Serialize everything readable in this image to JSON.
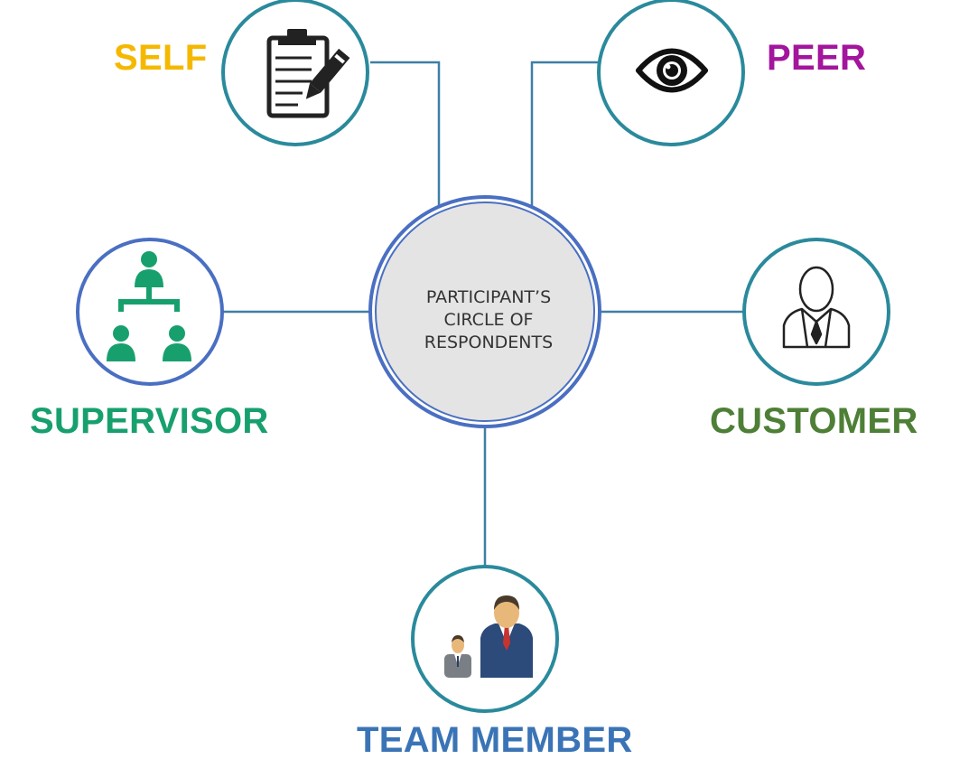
{
  "center": {
    "line1": "PARTICIPANT’S",
    "line2": "CIRCLE OF",
    "line3": "RESPONDENTS"
  },
  "nodes": {
    "self": {
      "label": "SELF",
      "icon": "clipboard-pencil-icon",
      "color": "#F5B800"
    },
    "peer": {
      "label": "PEER",
      "icon": "eye-icon",
      "color": "#A3159C"
    },
    "supervisor": {
      "label": "SUPERVISOR",
      "icon": "org-chart-icon",
      "color": "#17A06E"
    },
    "customer": {
      "label": "CUSTOMER",
      "icon": "businessman-icon",
      "color": "#4E7F36"
    },
    "team_member": {
      "label": "TEAM MEMBER",
      "icon": "team-people-icon",
      "color": "#3A74B6"
    }
  },
  "colors": {
    "ring": "#2A8A9C",
    "supervisor_ring": "#4A6FC2",
    "center_ring": "#4A6FC2",
    "center_fill": "#E4E4E4",
    "connector": "#3E7FA6"
  }
}
